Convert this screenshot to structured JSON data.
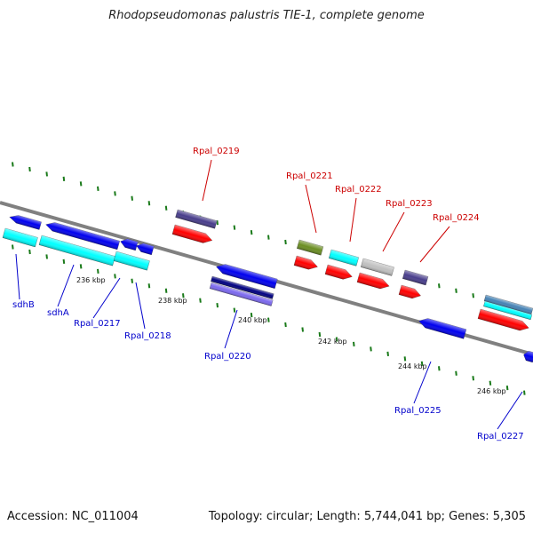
{
  "title": "Rhodopseudomonas palustris TIE-1, complete genome",
  "footer": {
    "accession": "Accession: NC_011004",
    "summary": "Topology: circular; Length: 5,744,041 bp; Genes: 5,305"
  },
  "scale_labels": [
    "236 kbp",
    "238 kbp",
    "240 kbp",
    "242 kbp",
    "244 kbp",
    "246 kbp"
  ],
  "gene_labels": [
    "sdhB",
    "sdhA",
    "Rpal_0217",
    "Rpal_0218",
    "Rpal_0219",
    "Rpal_0220",
    "Rpal_0221",
    "Rpal_0222",
    "Rpal_0223",
    "Rpal_0224",
    "Rpal_0225",
    "Rpal_0227"
  ],
  "colors": {
    "label_forward": "#cc0000",
    "label_reverse": "#0000cc",
    "backbone": "#808080",
    "tick": "#1a7a1a",
    "cds_forward": "#ff0000",
    "cds_reverse": "#0000ee",
    "blast_cyan": "#00ffff",
    "blast_slate": "#483d8b",
    "blast_olive": "#6b8e23",
    "blast_gray": "#c0c0c0"
  }
}
